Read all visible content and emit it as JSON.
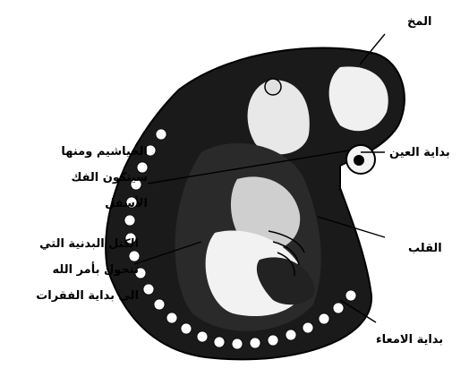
{
  "labels": {
    "brain": "المخ",
    "eye": "بداية العين",
    "gills": [
      "الخياشيم ومنها",
      "سيتكون الفك",
      "الأسفل"
    ],
    "heart": "القلب",
    "somites": [
      "الكتل البدنية التي",
      "تتحول بأمر الله",
      "الى بداية الفقرات"
    ],
    "gut": "بداية الامعاء"
  },
  "colors": {
    "ink": "#000000",
    "paper": "#ffffff",
    "shade": "#1a1a1a"
  }
}
